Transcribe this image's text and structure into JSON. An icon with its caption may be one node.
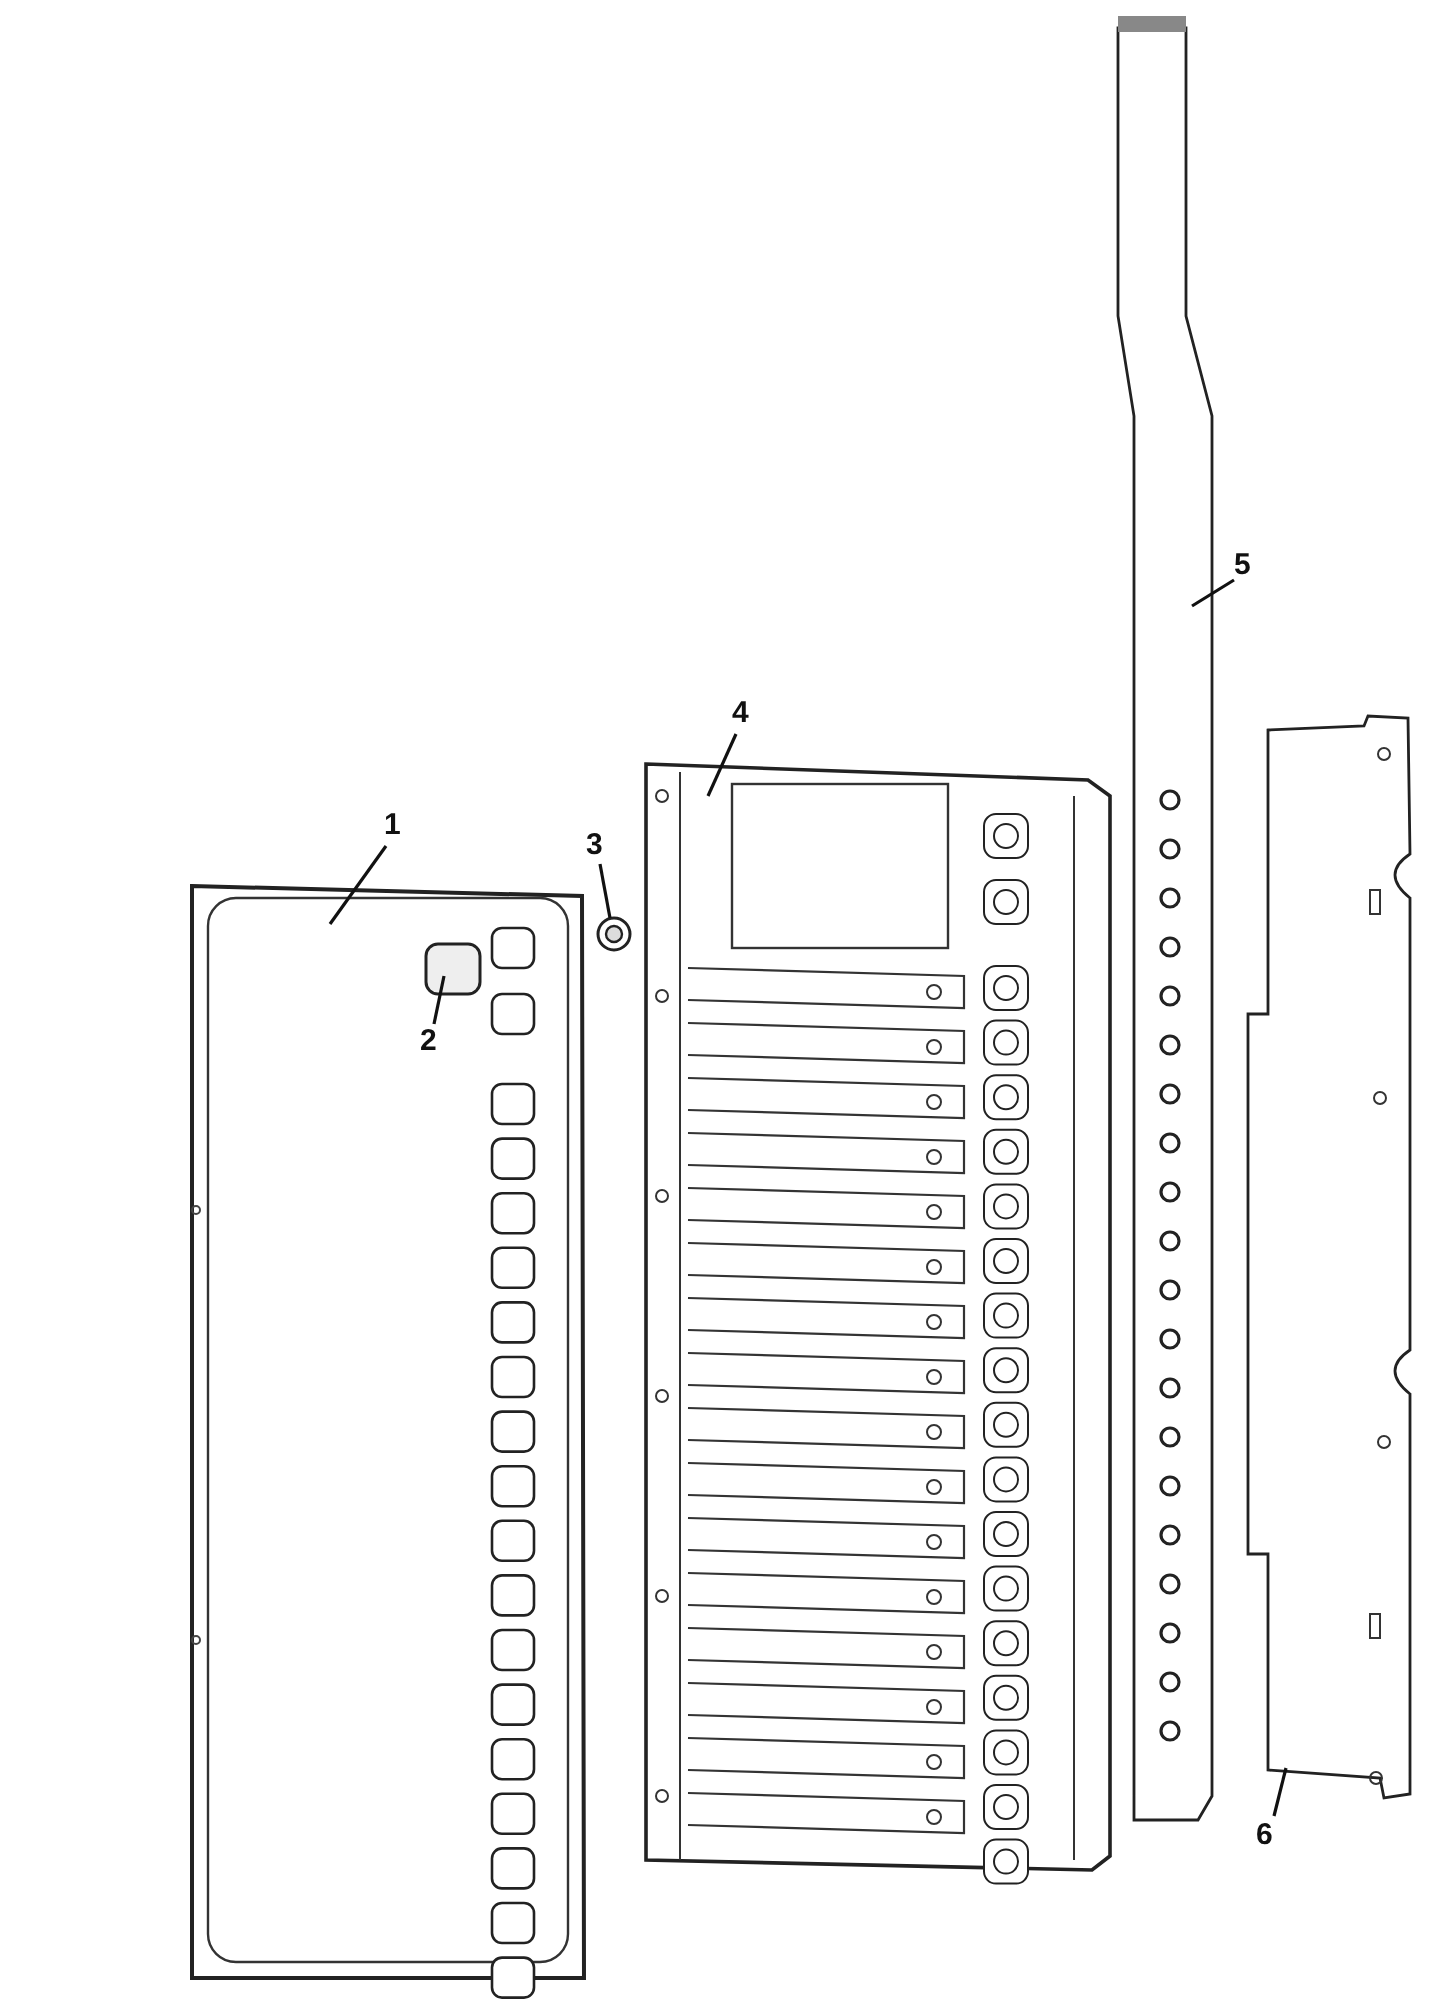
{
  "diagram": {
    "nodes": [
      {
        "text": [],
        "shape": "picture"
      },
      {
        "text": [
          "1"
        ]
      },
      {
        "text": [
          "2"
        ],
        "in": 0
      },
      {
        "text": [],
        "shape": "box",
        "in": 0
      },
      {
        "text": [
          "3"
        ]
      },
      {
        "text": [],
        "shape": "picture"
      },
      {
        "text": [
          "4"
        ]
      },
      {
        "text": [],
        "shape": "picture"
      },
      {
        "text": [
          "5"
        ]
      },
      {
        "text": [],
        "shape": "picture"
      },
      {
        "text": [
          "6"
        ]
      },
      {
        "text": [],
        "shape": "picture"
      }
    ],
    "edges": [
      {
        "from": 1,
        "to": 0,
        "arrow": "none"
      },
      {
        "from": 2,
        "to": 3,
        "arrow": "none"
      },
      {
        "from": 4,
        "to": 5,
        "arrow": "none"
      },
      {
        "from": 6,
        "to": 7,
        "arrow": "none"
      },
      {
        "from": 8,
        "to": 9,
        "arrow": "none"
      },
      {
        "from": 10,
        "to": 11,
        "arrow": "none"
      }
    ]
  }
}
